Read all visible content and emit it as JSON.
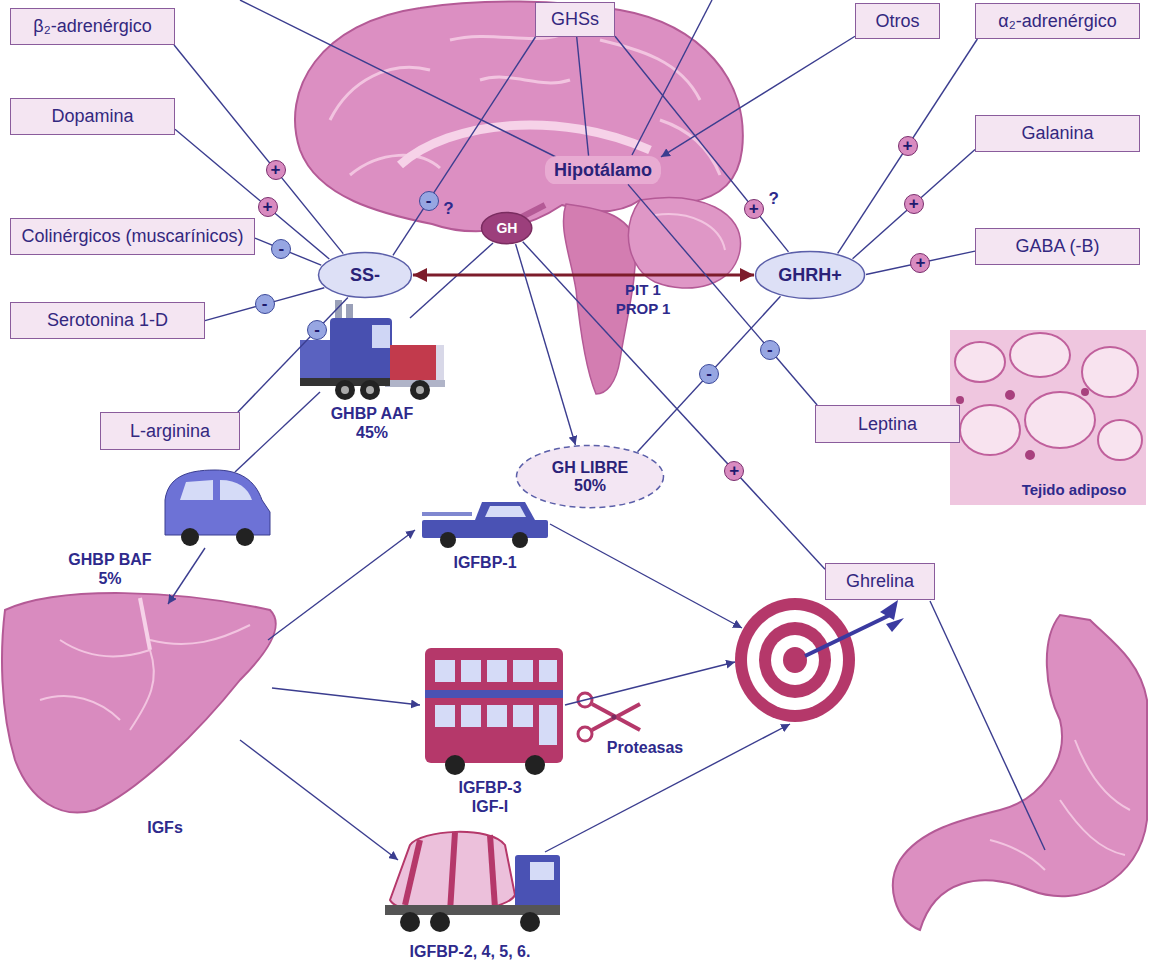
{
  "diagram": {
    "nodes": [
      {
        "text": [
          "β₂-adrenérgico"
        ]
      },
      {
        "text": [
          "GHSs"
        ]
      },
      {
        "text": [
          "Otros"
        ]
      },
      {
        "text": [
          "α₂-adrenérgico"
        ]
      },
      {
        "text": [
          "Dopamina"
        ]
      },
      {
        "text": [
          "Hipotálamo"
        ]
      },
      {
        "text": [
          "Galanina"
        ]
      },
      {
        "text": [
          "GH"
        ]
      },
      {
        "text": [
          "Colinérgicos (muscarínicos)"
        ]
      },
      {
        "text": [
          "GABA (-B)"
        ]
      },
      {
        "text": [
          "SS-"
        ]
      },
      {
        "text": [
          "GHRH+"
        ]
      },
      {
        "text": [
          "Serotonina 1-D"
        ]
      },
      {
        "text": [
          "Leptina"
        ]
      },
      {
        "text": [
          "L-arginina"
        ]
      },
      {
        "text": [
          "GH LIBRE 50%"
        ]
      },
      {
        "text": [
          "Ghrelina"
        ]
      }
    ],
    "edges": [
      {
        "from": 0,
        "to": 10,
        "arrow": "none",
        "label": "+"
      },
      {
        "from": 4,
        "to": 10,
        "arrow": "none",
        "label": "+"
      },
      {
        "from": 8,
        "to": 10,
        "arrow": "none",
        "label": "-"
      },
      {
        "from": 12,
        "to": 10,
        "arrow": "none",
        "label": "-"
      },
      {
        "from": 14,
        "to": 10,
        "arrow": "none",
        "label": "-"
      },
      {
        "from": 1,
        "to": 10,
        "arrow": "none",
        "label": "-"
      },
      {
        "from": 1,
        "to": 11,
        "arrow": "none",
        "label": "+"
      },
      {
        "from": 1,
        "to": 5,
        "arrow": "none"
      },
      {
        "from": 2,
        "to": 5,
        "arrow": "to"
      },
      {
        "from": 3,
        "to": 11,
        "arrow": "none",
        "label": "+"
      },
      {
        "from": 6,
        "to": 11,
        "arrow": "none",
        "label": "+"
      },
      {
        "from": 9,
        "to": 11,
        "arrow": "none",
        "label": "+"
      },
      {
        "from": 10,
        "to": 11,
        "arrow": "both"
      },
      {
        "from": 7,
        "to": 15,
        "arrow": "to"
      },
      {
        "from": 15,
        "to": 11,
        "arrow": "none",
        "label": "-"
      },
      {
        "from": 13,
        "to": 5,
        "arrow": "none",
        "label": "-"
      },
      {
        "from": 16,
        "to": 7,
        "arrow": "none",
        "label": "+"
      }
    ],
    "labels": [
      "?",
      "?",
      "PIT 1 PROP 1",
      "GHBP AAF 45%",
      "Tejido adiposo",
      "IGFBP-1",
      "GHBP BAF 5%",
      "IGFBP-3 IGF-I",
      "Proteasas",
      "IGFs",
      "IGFBP-2, 4, 5, 6."
    ]
  }
}
